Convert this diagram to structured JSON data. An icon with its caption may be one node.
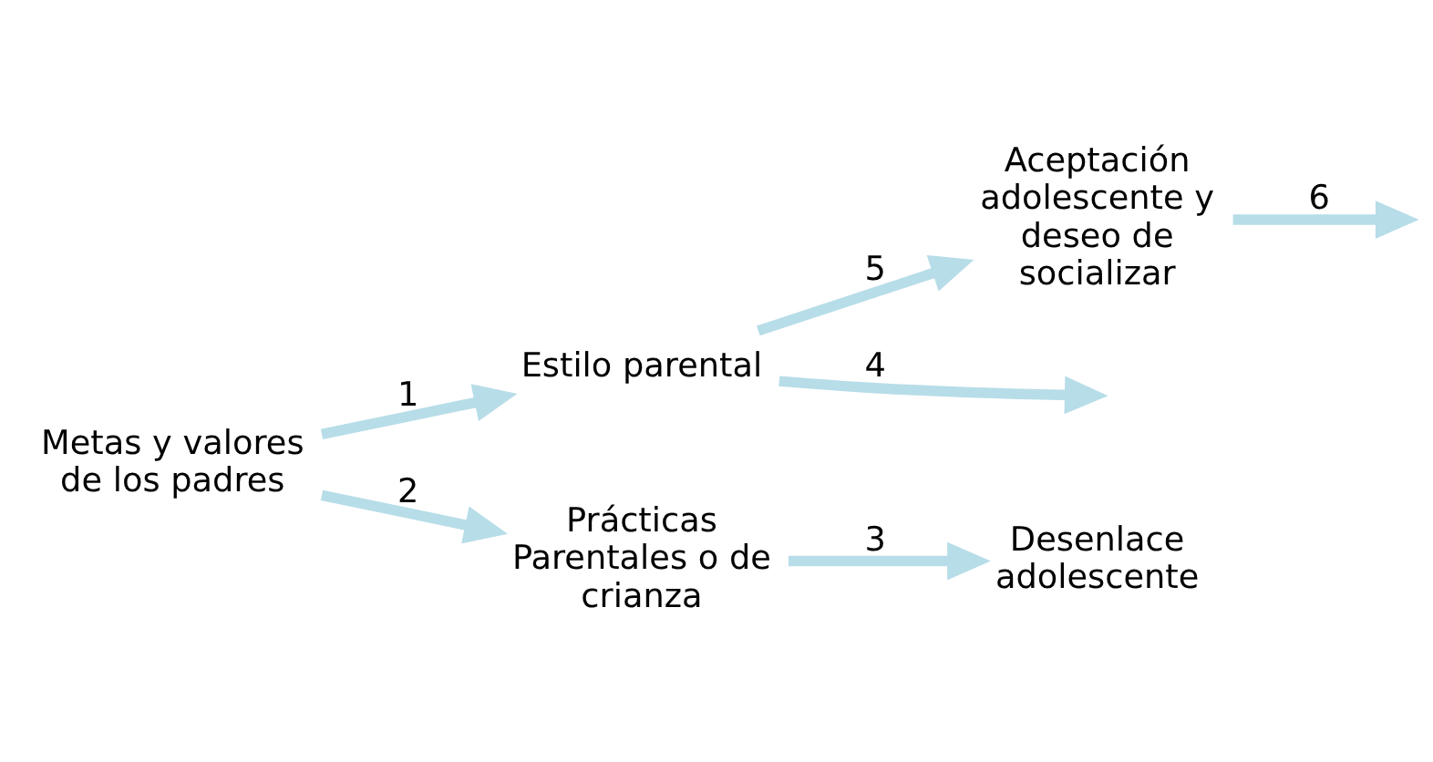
{
  "diagram": {
    "nodes": [
      {
        "text": [
          "Metas y valores de los padres"
        ]
      },
      {
        "text": [
          "Estilo parental"
        ]
      },
      {
        "text": [
          "Aceptación adolescente y deseo de socializar"
        ]
      },
      {
        "text": [
          "Prácticas Parentales o de crianza"
        ]
      },
      {
        "text": [
          "Desenlace adolescente"
        ]
      }
    ],
    "edges": [
      {
        "from": 0,
        "to": 1,
        "arrow": "to",
        "label": "1"
      },
      {
        "from": 0,
        "to": 3,
        "arrow": "to",
        "label": "2"
      },
      {
        "from": 3,
        "to": 4,
        "arrow": "to",
        "label": "3"
      },
      {
        "from": 1,
        "to": null,
        "arrow": "to",
        "label": "4"
      },
      {
        "from": 1,
        "to": 2,
        "arrow": "to",
        "label": "5"
      },
      {
        "from": 2,
        "to": null,
        "arrow": "to",
        "label": "6"
      }
    ]
  }
}
